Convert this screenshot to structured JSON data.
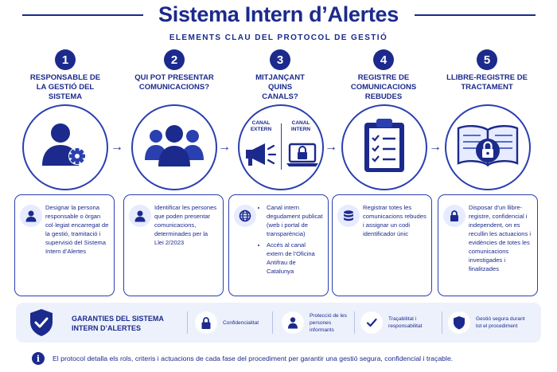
{
  "header": {
    "title": "Sistema Intern d’Alertes",
    "subtitle": "ELEMENTS CLAU DEL PROTOCOL DE GESTIÓ"
  },
  "steps": [
    {
      "number": "1",
      "heading": "RESPONSABLE DE LA GESTIÓ DEL SISTEMA",
      "icon": "user-gear-icon",
      "text": "Designar la persona responsable o òrgan col·legiat encarregat de la gestió, tramitació i supervisió del Sistema Intern d’Alertes",
      "box_icon": "user-icon"
    },
    {
      "number": "2",
      "heading": "QUI POT PRESENTAR COMUNICACIONS?",
      "icon": "people-group-icon",
      "text": "Identificar les persones que poden presentar comunicacions, determinades per la Llei 2/2023",
      "box_icon": "user-icon"
    },
    {
      "number": "3",
      "heading": "MITJANÇANT QUINS CANALS?",
      "icon": "megaphone-laptop-icon",
      "canal_extern": "CANAL EXTERN",
      "canal_intern": "CANAL INTERN",
      "bullets": [
        "Canal intern degudament publicat (web i portal de transparència)",
        "Accés al canal extern de l’Oficina Antifrau de Catalunya"
      ],
      "box_icon": "globe-icon"
    },
    {
      "number": "4",
      "heading": "REGISTRE DE COMUNICACIONS REBUDES",
      "icon": "clipboard-checklist-icon",
      "text": "Registrar totes les comunicacions rebudes i assignar un codi identificador únic",
      "box_icon": "database-icon"
    },
    {
      "number": "5",
      "heading": "LLIBRE-REGISTRE DE TRACTAMENT",
      "icon": "book-lock-icon",
      "text": "Disposar d’un llibre-registre, confidencial i independent, on es recullin les actuacions i evidències de totes les comunicacions investigades i finalitzades",
      "box_icon": "lock-icon"
    }
  ],
  "guarantees": {
    "title": "GARANTIES DEL SISTEMA INTERN D’ALERTES",
    "items": [
      {
        "label": "Confidencialitat",
        "icon": "lock-icon"
      },
      {
        "label": "Protecció de les persones informants",
        "icon": "person-shield-icon"
      },
      {
        "label": "Traçabilitat i responsabilitat",
        "icon": "check-icon"
      },
      {
        "label": "Gestió segura durant tot el procediment",
        "icon": "shield-icon"
      }
    ]
  },
  "footer": {
    "info": "i",
    "text": "El protocol detalla els rols, criteris i actuacions de cada fase del procediment per garantir una gestió segura, confidencial i traçable."
  },
  "colors": {
    "primary": "#1b2a8c",
    "accent": "#2a3fb0",
    "light": "#e6ebff",
    "panel": "#edf1fc"
  }
}
